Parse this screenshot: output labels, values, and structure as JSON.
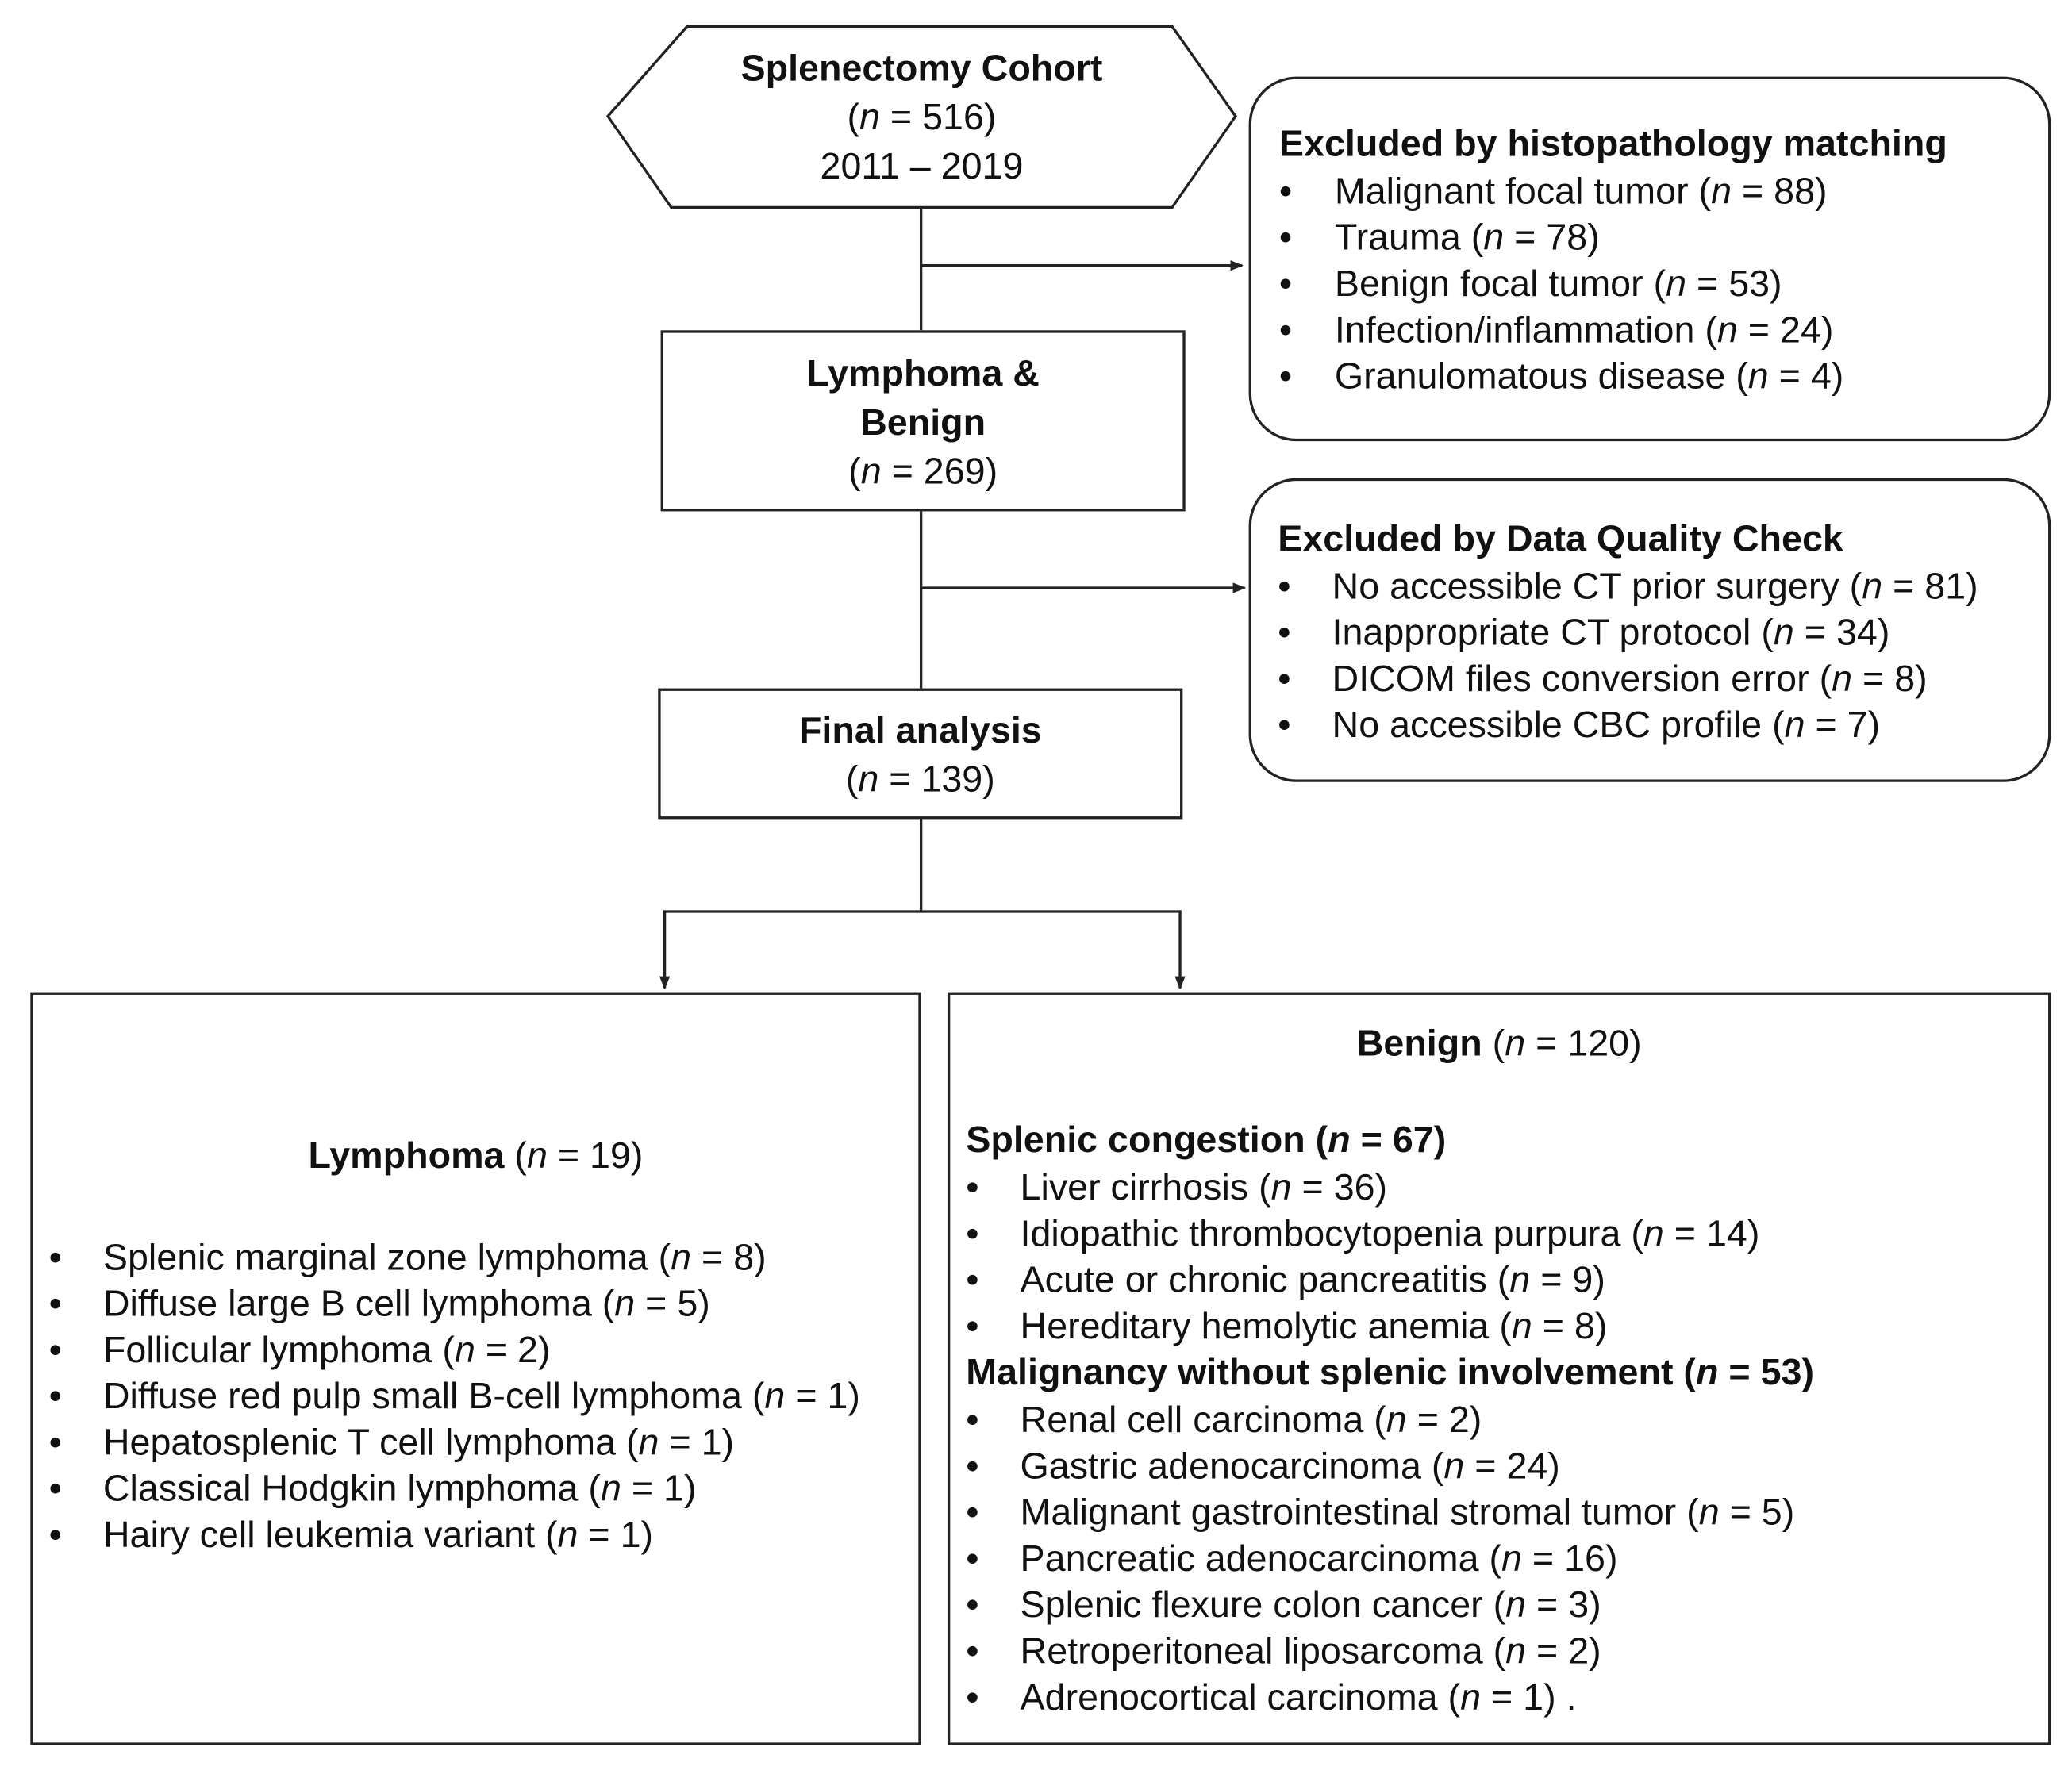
{
  "cohort": {
    "title": "Splenectomy Cohort",
    "count_open": "(",
    "var": "n",
    "count_rest": " = 516)",
    "years": "2011 – 2019"
  },
  "lymphoma_benign": {
    "line1": "Lymphoma &",
    "line2": "Benign",
    "count_open": "(",
    "var": "n",
    "count_rest": " = 269)"
  },
  "final": {
    "title": "Final analysis",
    "count_open": "(",
    "var": "n",
    "count_rest": " = 139)"
  },
  "excluded_histo": {
    "title": "Excluded by histopathology matching",
    "items": [
      {
        "label": "Malignant focal tumor (",
        "var": "n",
        "rest": " = 88)"
      },
      {
        "label": "Trauma (",
        "var": "n",
        "rest": " = 78)"
      },
      {
        "label": "Benign focal tumor (",
        "var": "n",
        "rest": " = 53)"
      },
      {
        "label": "Infection/inflammation (",
        "var": "n",
        "rest": " = 24)"
      },
      {
        "label": "Granulomatous disease (",
        "var": "n",
        "rest": " =  4)"
      }
    ]
  },
  "excluded_quality": {
    "title": "Excluded by Data Quality Check",
    "items": [
      {
        "label": "No accessible CT prior surgery (",
        "var": "n",
        "rest": " = 81)"
      },
      {
        "label": "Inappropriate CT protocol (",
        "var": "n",
        "rest": " = 34)"
      },
      {
        "label": "DICOM files conversion error (",
        "var": "n",
        "rest": " = 8)"
      },
      {
        "label": "No accessible CBC profile (",
        "var": "n",
        "rest": " = 7)"
      }
    ]
  },
  "lymphoma": {
    "title": "Lymphoma",
    "count_open": " (",
    "var": "n",
    "count_rest": " = 19)",
    "items": [
      {
        "label": "Splenic marginal zone lymphoma (",
        "var": "n",
        "rest": " = 8)"
      },
      {
        "label": "Diffuse large B cell lymphoma (",
        "var": "n",
        "rest": " = 5)"
      },
      {
        "label": "Follicular lymphoma (",
        "var": "n",
        "rest": " = 2)"
      },
      {
        "label": "Diffuse red pulp small B-cell lymphoma (",
        "var": "n",
        "rest": " = 1)"
      },
      {
        "label": "Hepatosplenic T cell lymphoma (",
        "var": "n",
        "rest": " = 1)"
      },
      {
        "label": "Classical Hodgkin lymphoma (",
        "var": "n",
        "rest": " = 1)"
      },
      {
        "label": "Hairy cell leukemia variant (",
        "var": "n",
        "rest": " = 1)"
      }
    ]
  },
  "benign": {
    "title": "Benign",
    "count_open": " (",
    "var": "n",
    "count_rest": " = 120)",
    "congestion": {
      "title": "Splenic congestion (",
      "var": "n",
      "rest": " = 67)",
      "items": [
        {
          "label": "Liver cirrhosis (",
          "var": "n",
          "rest": " = 36)"
        },
        {
          "label": "Idiopathic thrombocytopenia purpura (",
          "var": "n",
          "rest": " = 14)"
        },
        {
          "label": "Acute or chronic pancreatitis (",
          "var": "n",
          "rest": " = 9)"
        },
        {
          "label": "Hereditary hemolytic anemia (",
          "var": "n",
          "rest": " = 8)"
        }
      ]
    },
    "malignancy": {
      "title": "Malignancy without splenic involvement (",
      "var": "n",
      "rest": " = 53)",
      "items": [
        {
          "label": "Renal cell carcinoma (",
          "var": "n",
          "rest": " = 2)"
        },
        {
          "label": "Gastric adenocarcinoma (",
          "var": "n",
          "rest": " = 24)"
        },
        {
          "label": "Malignant gastrointestinal stromal tumor (",
          "var": "n",
          "rest": " = 5)"
        },
        {
          "label": "Pancreatic adenocarcinoma (",
          "var": "n",
          "rest": " = 16)"
        },
        {
          "label": "Splenic flexure colon cancer (",
          "var": "n",
          "rest": " = 3)"
        },
        {
          "label": "Retroperitoneal liposarcoma (",
          "var": "n",
          "rest": " = 2)"
        },
        {
          "label": "Adrenocortical carcinoma (",
          "var": "n",
          "rest": " = 1) ."
        }
      ]
    }
  },
  "bullet": "•",
  "colors": {
    "stroke": "#222222",
    "text": "#111111",
    "background": "#ffffff"
  }
}
